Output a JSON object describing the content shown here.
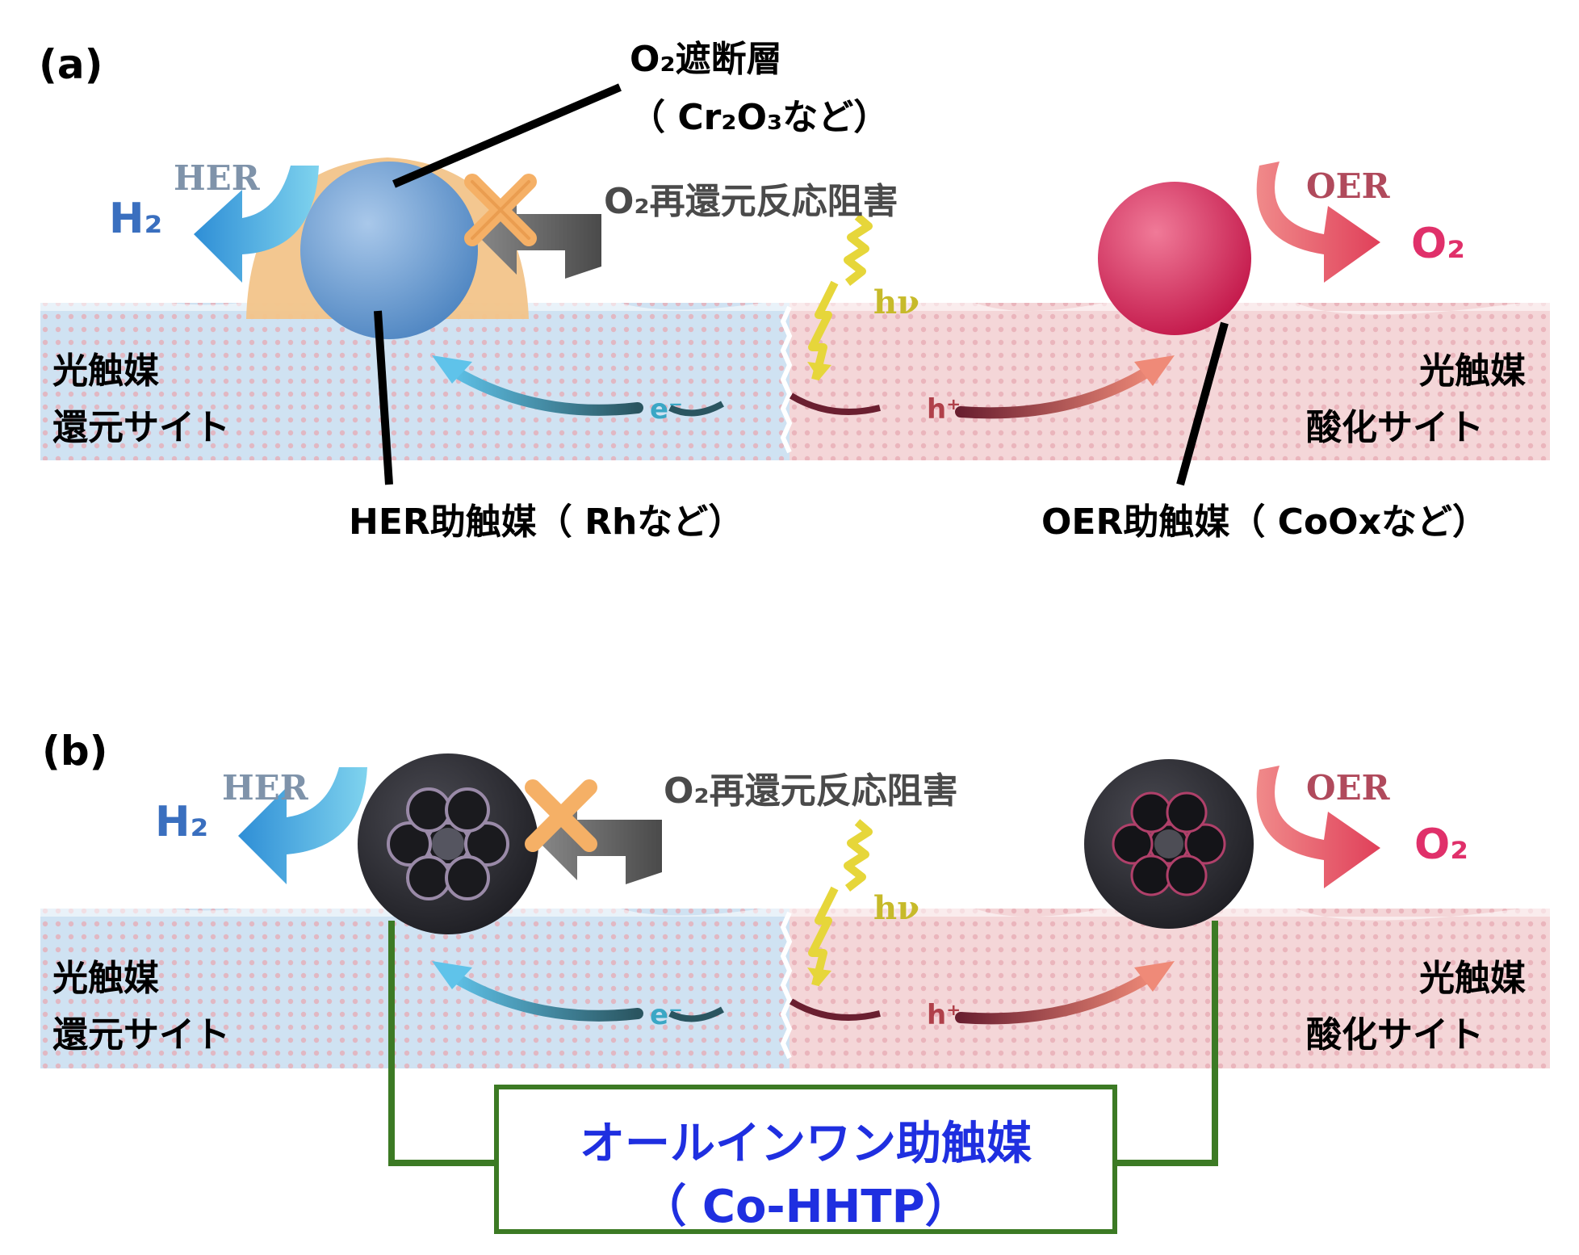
{
  "panel_a": {
    "label": "(a)",
    "barrier_title": "O₂遮断層",
    "barrier_sub": "（ Cr₂O₃など）",
    "reox_label": "O₂再還元反応阻害",
    "her_tag": "HER",
    "oer_tag": "OER",
    "h2": "H₂",
    "o2": "O₂",
    "hv": "hν",
    "e_minus": "e⁻",
    "h_plus": "h⁺",
    "left_site": [
      "光触媒",
      "還元サイト"
    ],
    "right_site": [
      "光触媒",
      "酸化サイト"
    ],
    "her_cocatalyst": "HER助触媒（ Rhなど）",
    "oer_cocatalyst": "OER助触媒（ CoOxなど）"
  },
  "panel_b": {
    "label": "(b)",
    "reox_label": "O₂再還元反応阻害",
    "her_tag": "HER",
    "oer_tag": "OER",
    "h2": "H₂",
    "o2": "O₂",
    "hv": "hν",
    "e_minus": "e⁻",
    "h_plus": "h⁺",
    "left_site": [
      "光触媒",
      "還元サイト"
    ],
    "right_site": [
      "光触媒",
      "酸化サイト"
    ],
    "allinone_title": "オールインワン助触媒",
    "allinone_sub": "（ Co-HHTP）"
  },
  "colors": {
    "reduction_side": "#cfe2f2",
    "oxidation_side": "#f4d6d8",
    "her_particle": "#6f9ccd",
    "oer_particle": "#d82c5c",
    "barrier_shell": "#f2c48a",
    "callout_border": "#3c7a24",
    "callout_text": "#1f2fe0"
  }
}
